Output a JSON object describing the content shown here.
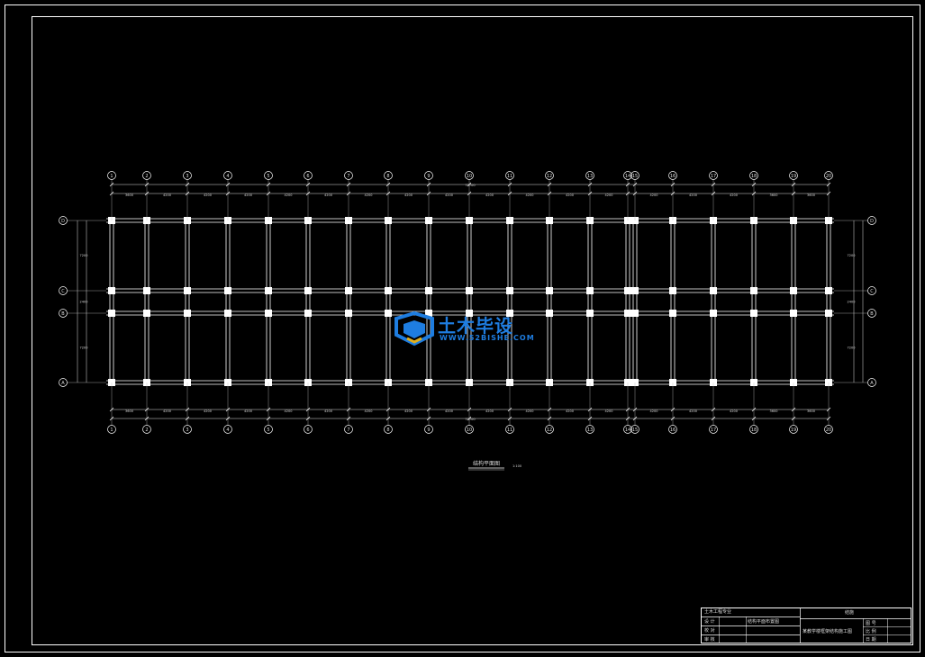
{
  "drawing": {
    "axis_top": [
      "1",
      "2",
      "3",
      "4",
      "5",
      "6",
      "7",
      "8",
      "9",
      "10",
      "11",
      "12",
      "13",
      "14",
      "15",
      "16",
      "17",
      "18",
      "19",
      "20"
    ],
    "axis_left": [
      "D",
      "C",
      "B",
      "A"
    ],
    "axis_right": [
      "D",
      "C",
      "B",
      "A"
    ],
    "left_dims": [
      "7200",
      "2400",
      "7200"
    ],
    "right_dims": [
      "7200",
      "2400",
      "7200"
    ],
    "total_span": "71700",
    "bay_dims": [
      "3600",
      "4200",
      "4200",
      "4200",
      "4200",
      "4200",
      "4200",
      "4200",
      "4200",
      "4200",
      "4200",
      "4200",
      "4200",
      "4200",
      "4200",
      "4200",
      "4200",
      "3600"
    ]
  },
  "plan_title": "结构平面图",
  "plan_scale": "1:100",
  "watermark": {
    "brand": "土木毕设",
    "url": "WWW.52BISHE.COM"
  },
  "title_block": {
    "school": "土木工程专业",
    "project": "某教学楼框架结构施工图",
    "drawing_name": "结构平面布置图",
    "sheet": "结施",
    "rows": [
      "设 计",
      "校 对",
      "审 核"
    ],
    "cols": [
      "图 号",
      "比 例",
      "日 期"
    ]
  },
  "colors": {
    "background": "#000000",
    "line": "#ffffff",
    "watermark": "#1e7de0"
  }
}
